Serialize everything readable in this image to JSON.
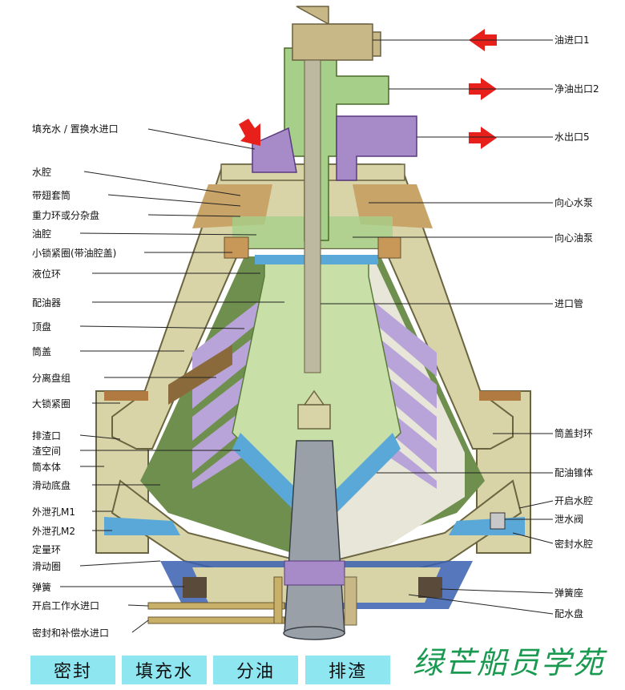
{
  "labels_left": [
    {
      "id": "fill-water-inlet",
      "text": "填充水 / 置换水进口"
    },
    {
      "id": "water-chamber",
      "text": "水腔"
    },
    {
      "id": "winged-sleeve",
      "text": "带翅套筒"
    },
    {
      "id": "gravity-ring",
      "text": "重力环或分杂盘"
    },
    {
      "id": "oil-chamber",
      "text": "油腔"
    },
    {
      "id": "small-lock-ring",
      "text": "小锁紧圈(带油腔盖)"
    },
    {
      "id": "level-ring",
      "text": "液位环"
    },
    {
      "id": "distributor",
      "text": "配油器"
    },
    {
      "id": "top-disc",
      "text": "顶盘"
    },
    {
      "id": "bowl-hood",
      "text": "筒盖"
    },
    {
      "id": "disc-stack",
      "text": "分离盘组"
    },
    {
      "id": "large-lock-ring",
      "text": "大锁紧圈"
    },
    {
      "id": "sludge-port",
      "text": "排渣口"
    },
    {
      "id": "sludge-space",
      "text": "渣空间"
    },
    {
      "id": "bowl-body",
      "text": "筒本体"
    },
    {
      "id": "sliding-bottom",
      "text": "滑动底盘"
    },
    {
      "id": "drain-hole-m1",
      "text": "外泄孔M1"
    },
    {
      "id": "drain-hole-m2",
      "text": "外泄孔M2"
    },
    {
      "id": "metering-ring",
      "text": "定量环"
    },
    {
      "id": "sliding-ring",
      "text": "滑动圈"
    },
    {
      "id": "spring",
      "text": "弹簧"
    },
    {
      "id": "opening-water-inlet",
      "text": "开启工作水进口"
    },
    {
      "id": "seal-water-inlet",
      "text": "密封和补偿水进口"
    }
  ],
  "labels_right": [
    {
      "id": "oil-inlet",
      "text": "油进口1"
    },
    {
      "id": "clean-oil-outlet",
      "text": "净油出口2"
    },
    {
      "id": "water-outlet",
      "text": "水出口5"
    },
    {
      "id": "water-paring-pump",
      "text": "向心水泵"
    },
    {
      "id": "oil-paring-pump",
      "text": "向心油泵"
    },
    {
      "id": "inlet-pipe",
      "text": "进口管"
    },
    {
      "id": "hood-seal-ring",
      "text": "筒盖封环"
    },
    {
      "id": "distributor-cone",
      "text": "配油锥体"
    },
    {
      "id": "opening-water-chamber",
      "text": "开启水腔"
    },
    {
      "id": "drain-valve",
      "text": "泄水阀"
    },
    {
      "id": "seal-water-chamber",
      "text": "密封水腔"
    },
    {
      "id": "spring-seat",
      "text": "弹簧座"
    },
    {
      "id": "water-distribution-disc",
      "text": "配水盘"
    }
  ],
  "buttons": [
    {
      "id": "seal",
      "label": "密封"
    },
    {
      "id": "fill-water",
      "label": "填充水"
    },
    {
      "id": "separate-oil",
      "label": "分油"
    },
    {
      "id": "discharge-sludge",
      "label": "排渣"
    }
  ],
  "brand": "绿芒船员学苑",
  "colors": {
    "bowl_outer": "#d9d4a8",
    "bowl_inner": "#6f8f4e",
    "disc": "#b8a4d8",
    "green_part": "#a6d08a",
    "purple_part": "#a78bc8",
    "blue_water": "#5aa8d8",
    "spindle": "#9aa0a8",
    "arrow": "#e8201c",
    "button_bg": "#8ee6f0",
    "brand": "#1a9a50"
  }
}
